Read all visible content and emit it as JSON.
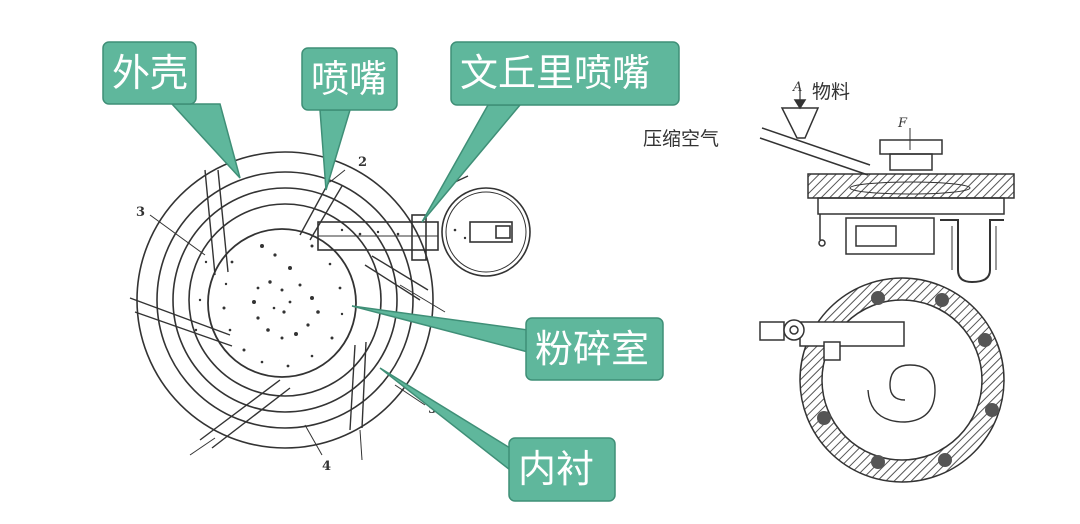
{
  "callouts": {
    "shell": "外壳",
    "nozzle": "喷嘴",
    "venturi_nozzle": "文丘里喷嘴",
    "chamber": "粉碎室",
    "liner": "内衬"
  },
  "side_view": {
    "material": "物料",
    "compressed_air": "压缩空气",
    "letter_a": "A",
    "letter_f": "F"
  },
  "part_numbers": [
    "2",
    "3",
    "4",
    "5"
  ],
  "colors": {
    "callout_fill": "#5fb79c",
    "callout_stroke": "#3f8f77",
    "line": "#333333",
    "hatch": "#555555"
  }
}
